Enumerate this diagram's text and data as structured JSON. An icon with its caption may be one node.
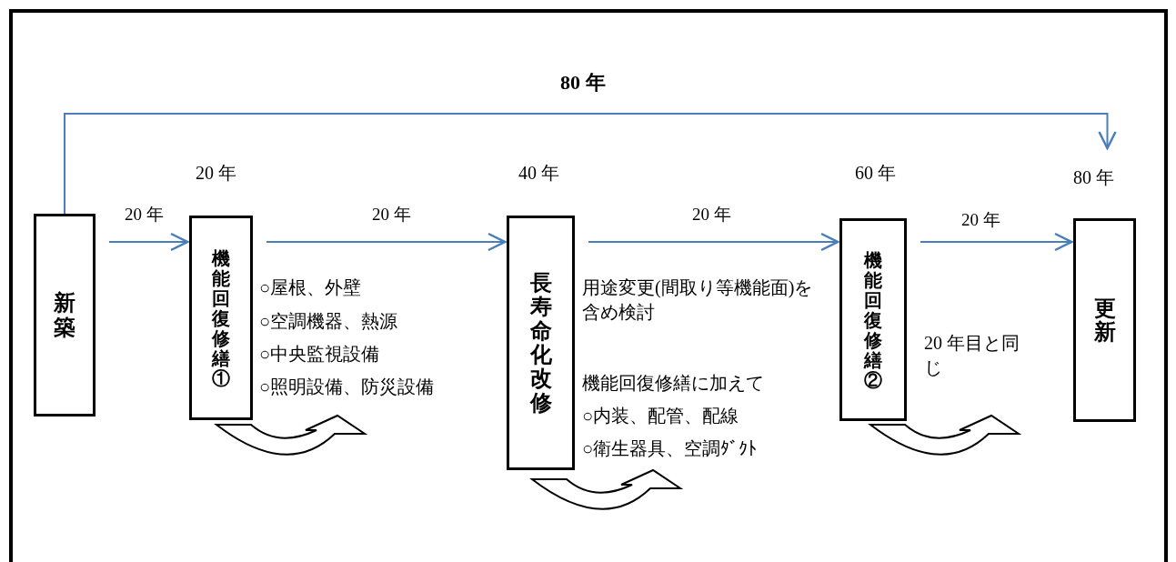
{
  "diagram": {
    "nodes": [
      {
        "text": [
          "新築"
        ]
      },
      {
        "text": [
          "機能回復修繕①"
        ],
        "beside": [
          "20 年"
        ]
      },
      {
        "text": [
          "長寿命化改修"
        ],
        "beside": [
          "40 年"
        ]
      },
      {
        "text": [
          "機能回復修繕②"
        ],
        "beside": [
          "60 年"
        ]
      },
      {
        "text": [
          "更新"
        ],
        "beside": [
          "80 年"
        ]
      }
    ],
    "edges": [
      {
        "from": 0,
        "to": 1,
        "arrow": "to",
        "label": "20 年"
      },
      {
        "from": 1,
        "to": 2,
        "arrow": "to",
        "label": "20 年"
      },
      {
        "from": 2,
        "to": 3,
        "arrow": "to",
        "label": "20 年"
      },
      {
        "from": 3,
        "to": 4,
        "arrow": "to",
        "label": "20 年"
      },
      {
        "from": 0,
        "to": 4,
        "arrow": "to",
        "label": "80 年"
      }
    ],
    "labels": [
      "○屋根、外壁",
      "○空調機器、熱源",
      "○中央監視設備",
      "○照明設備、防災設備",
      "用途変更(間取り等機能面)を含め検討",
      "機能回復修繕に加えて",
      "○内装、配管、配線",
      "○衛生器具、空調ﾀﾞｸﾄ",
      "20 年目と同じ"
    ]
  }
}
